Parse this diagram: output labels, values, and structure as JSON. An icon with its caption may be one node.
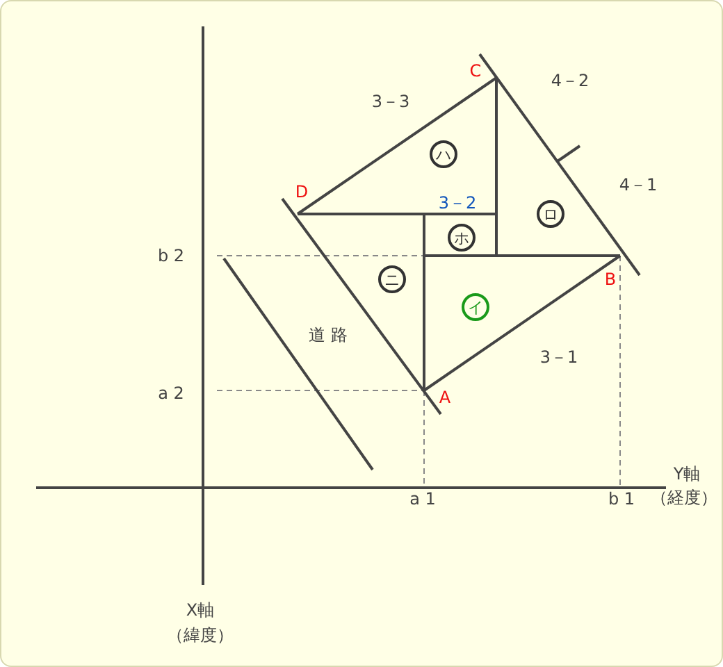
{
  "diagram": {
    "nodes": [
      {
        "text": [
          "ハ"
        ]
      },
      {
        "text": [
          "ロ"
        ]
      },
      {
        "text": [
          "ホ"
        ]
      },
      {
        "text": [
          "ニ"
        ]
      },
      {
        "text": [
          "イ"
        ]
      }
    ],
    "labels": [
      "C",
      "4－2",
      "3－3",
      "4－1",
      "D",
      "3－2",
      "b 2",
      "B",
      "道 路",
      "3－1",
      "a 2",
      "A",
      "Y軸",
      "a 1",
      "b 1",
      "（経度）",
      "X軸",
      "（緯度）"
    ]
  }
}
